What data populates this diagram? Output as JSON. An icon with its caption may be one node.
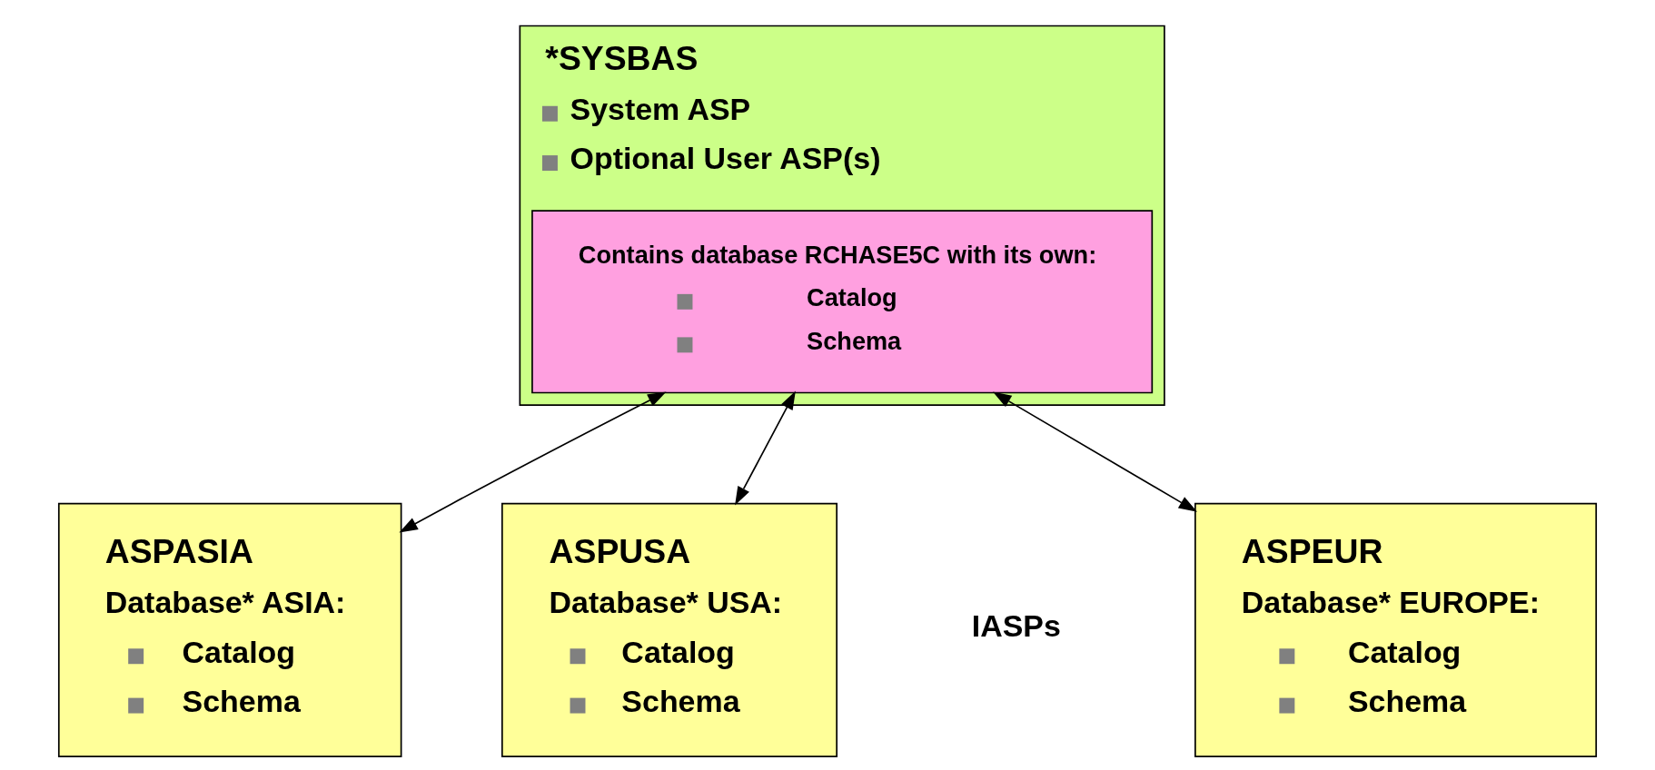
{
  "diagram": {
    "nodes": [
      {
        "text": [
          "*SYSBAS",
          "System ASP",
          "Optional User ASP(s)"
        ]
      },
      {
        "text": [
          "Contains database RCHASE5C with its own:",
          "Catalog",
          "Schema"
        ],
        "in": 0
      },
      {
        "text": [
          "ASPEUR",
          "Database* EUROPE:",
          "Catalog",
          "Schema"
        ]
      },
      {
        "text": [
          "ASPASIA",
          "Database* ASIA:",
          "Catalog",
          "Schema"
        ]
      },
      {
        "text": [
          "ASPUSA",
          "Database* USA:",
          "Catalog",
          "Schema"
        ]
      }
    ],
    "edges": [
      {
        "from": 1,
        "to": 2,
        "arrow": "both"
      },
      {
        "from": 1,
        "to": 3,
        "arrow": "both"
      },
      {
        "from": 1,
        "to": 4,
        "arrow": "both"
      }
    ],
    "labels": [
      "IASPs"
    ]
  }
}
